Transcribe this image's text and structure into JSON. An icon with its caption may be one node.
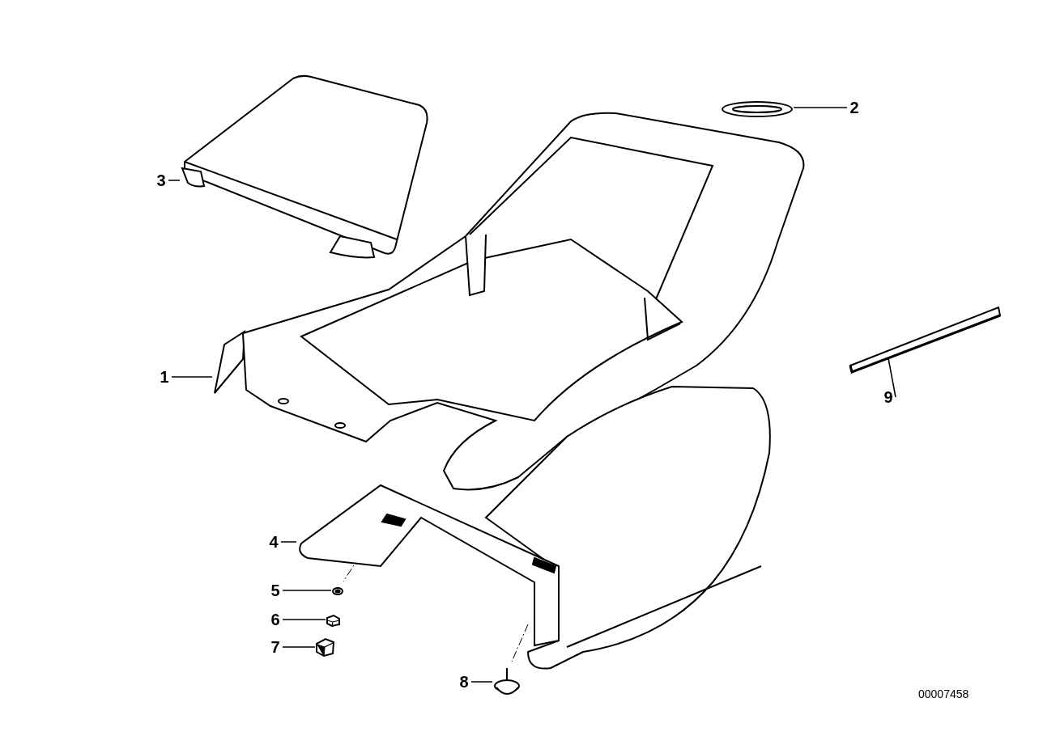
{
  "diagram": {
    "nodes": [
      {
        "text": [
          "3"
        ]
      },
      {
        "text": [],
        "shape": "picture"
      },
      {
        "text": [
          "2"
        ]
      },
      {
        "text": [],
        "shape": "picture"
      },
      {
        "text": [
          "1"
        ]
      },
      {
        "text": [],
        "shape": "picture"
      },
      {
        "text": [
          "9"
        ]
      },
      {
        "text": [],
        "shape": "bar"
      },
      {
        "text": [
          "4"
        ]
      },
      {
        "text": [],
        "shape": "picture"
      },
      {
        "text": [
          "5"
        ]
      },
      {
        "text": [],
        "shape": "picture"
      },
      {
        "text": [
          "6"
        ]
      },
      {
        "text": [],
        "shape": "picture"
      },
      {
        "text": [
          "7"
        ]
      },
      {
        "text": [],
        "shape": "picture"
      },
      {
        "text": [
          "8"
        ]
      },
      {
        "text": [],
        "shape": "picture"
      }
    ],
    "edges": [
      {
        "from": 0,
        "to": 1,
        "arrow": "none"
      },
      {
        "from": 2,
        "to": 3,
        "arrow": "none"
      },
      {
        "from": 4,
        "to": 5,
        "arrow": "none"
      },
      {
        "from": 6,
        "to": 7,
        "arrow": "none"
      },
      {
        "from": 8,
        "to": 9,
        "arrow": "none"
      },
      {
        "from": 10,
        "to": 11,
        "arrow": "none"
      },
      {
        "from": 12,
        "to": 13,
        "arrow": "none"
      },
      {
        "from": 14,
        "to": 15,
        "arrow": "none"
      },
      {
        "from": 16,
        "to": 17,
        "arrow": "none"
      }
    ],
    "labels": [
      "00007458"
    ]
  }
}
